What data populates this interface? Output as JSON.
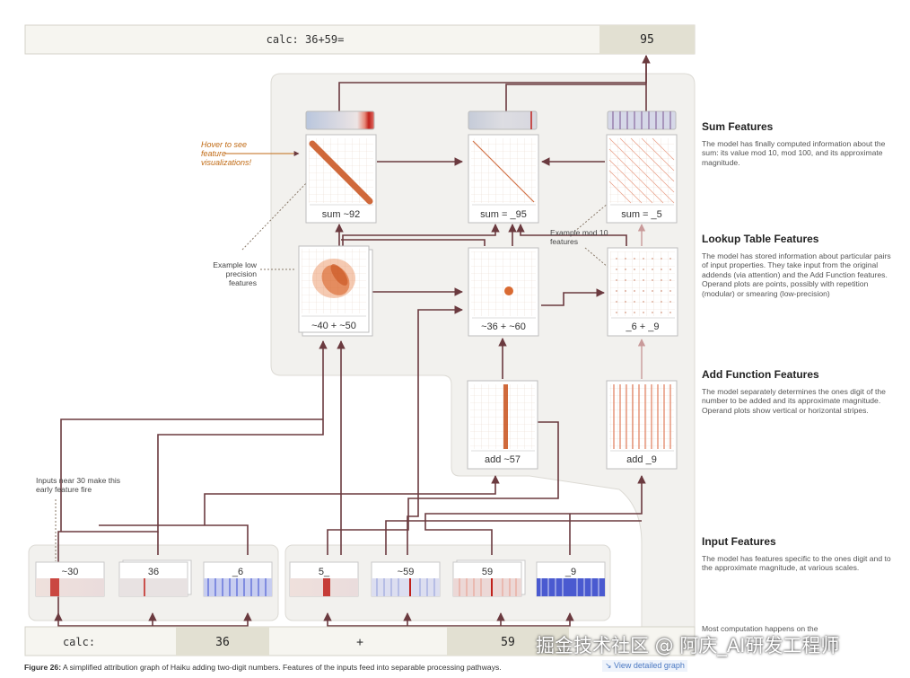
{
  "top_prompt": {
    "text": "calc: 36+59=",
    "answer": "95"
  },
  "bottom_prompt": {
    "tokens": [
      "calc:",
      "36",
      "+",
      "59"
    ]
  },
  "sum_row": {
    "nodes": [
      "sum ~92",
      "sum = _95",
      "sum = _5"
    ]
  },
  "lookup_row": {
    "nodes": [
      "~40 + ~50",
      "~36 + ~60",
      "_6 + _9"
    ]
  },
  "add_row": {
    "nodes": [
      "add ~57",
      "add _9"
    ]
  },
  "input_group_36": [
    "~30",
    "36",
    "_6"
  ],
  "input_group_59": [
    "5_",
    "~59",
    "59",
    "_9"
  ],
  "annotations": {
    "hover": "Hover to see feature visualizations!",
    "low_precision": "Example low precision features",
    "mod10": "Example mod 10 features",
    "inputs30": "Inputs near 30 make this early feature fire"
  },
  "sections": [
    {
      "title": "Sum Features",
      "body": "The model has finally computed information about the sum: its value mod 10, mod 100, and its approximate magnitude."
    },
    {
      "title": "Lookup Table Features",
      "body": "The model has stored information about particular pairs of input properties. They take input from the original addends (via attention) and the Add Function features. Operand plots are points, possibly with repetition (modular) or smearing (low-precision)"
    },
    {
      "title": "Add Function Features",
      "body": "The model separately determines the ones digit of the number to be added and its approximate magnitude. Operand plots show vertical or horizontal stripes."
    },
    {
      "title": "Input Features",
      "body": "The model has features specific to the ones digit and to the approximate magnitude, at various scales."
    }
  ],
  "bottom_note": "Most computation happens on the",
  "caption": {
    "label": "Figure 26:",
    "text": " A simplified attribution graph of Haiku adding two-digit numbers. Features of the inputs feed into separable processing pathways."
  },
  "view_link": "↘ View detailed graph",
  "watermark": "掘金技术社区 @ 阿庆_AI研发工程师",
  "colors": {
    "edge": "#6b3a3f",
    "edge_light": "#c99a9a",
    "orange": "#d55a1c",
    "box_bg": "#f2f1ee",
    "token_bg": "#e6e3d6"
  }
}
